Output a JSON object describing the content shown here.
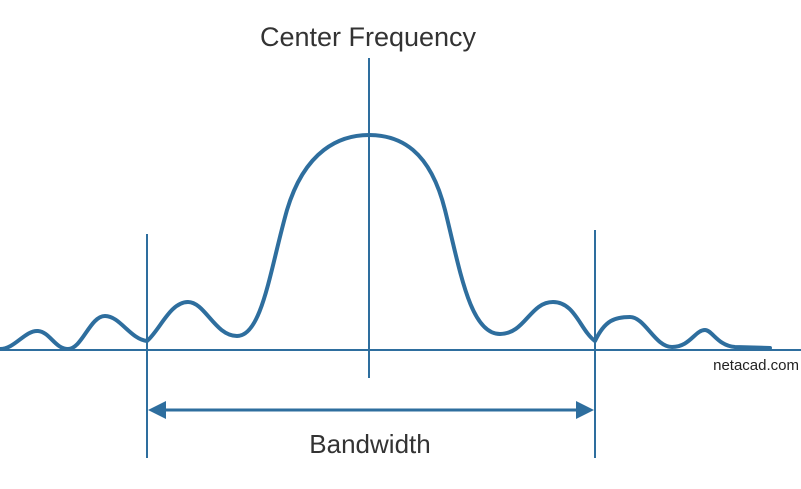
{
  "center_label": "Center Frequency",
  "bandwidth_label": "Bandwidth",
  "credit": "netacad.com",
  "colors": {
    "line": "#2e6e9e",
    "text": "#333333"
  }
}
